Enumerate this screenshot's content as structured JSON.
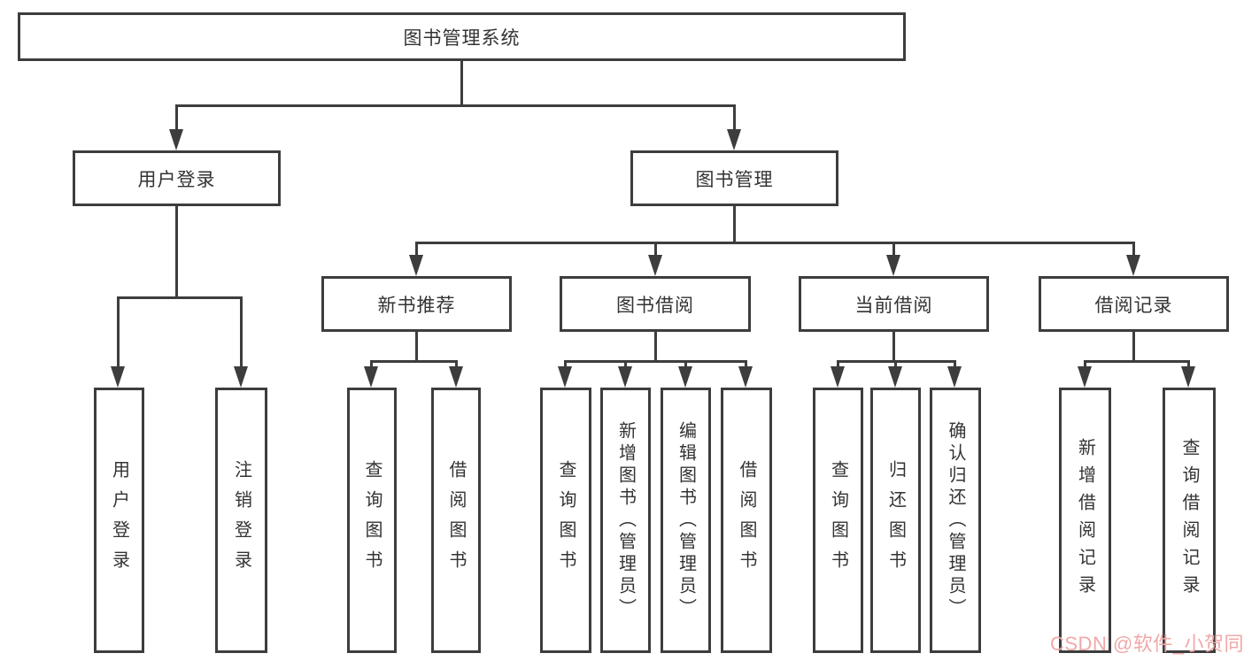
{
  "diagram": {
    "title": "图书管理系统",
    "tree": {
      "root": {
        "label": "图书管理系统"
      },
      "level2": [
        {
          "label": "用户登录"
        },
        {
          "label": "图书管理"
        }
      ],
      "level3": [
        {
          "label": "新书推荐",
          "parent": "图书管理"
        },
        {
          "label": "图书借阅",
          "parent": "图书管理"
        },
        {
          "label": "当前借阅",
          "parent": "图书管理"
        },
        {
          "label": "借阅记录",
          "parent": "图书管理"
        }
      ],
      "level4": [
        {
          "label": "用户登录",
          "parent": "用户登录"
        },
        {
          "label": "注销登录",
          "parent": "用户登录"
        },
        {
          "label": "查询图书",
          "parent": "新书推荐"
        },
        {
          "label": "借阅图书",
          "parent": "新书推荐"
        },
        {
          "label": "查询图书",
          "parent": "图书借阅"
        },
        {
          "label": "新增图书（管理员）",
          "parent": "图书借阅"
        },
        {
          "label": "编辑图书（管理员）",
          "parent": "图书借阅"
        },
        {
          "label": "借阅图书",
          "parent": "图书借阅"
        },
        {
          "label": "查询图书",
          "parent": "当前借阅"
        },
        {
          "label": "归还图书",
          "parent": "当前借阅"
        },
        {
          "label": "确认归还（管理员）",
          "parent": "当前借阅"
        },
        {
          "label": "新增借阅记录",
          "parent": "借阅记录"
        },
        {
          "label": "查询借阅记录",
          "parent": "借阅记录"
        }
      ]
    },
    "watermark": "CSDN @软件_小贺同学",
    "colors": {
      "line": "#3d3d3d",
      "text": "#333333",
      "watermark_pink": "#f0a8a8",
      "background": "#ffffff"
    }
  }
}
